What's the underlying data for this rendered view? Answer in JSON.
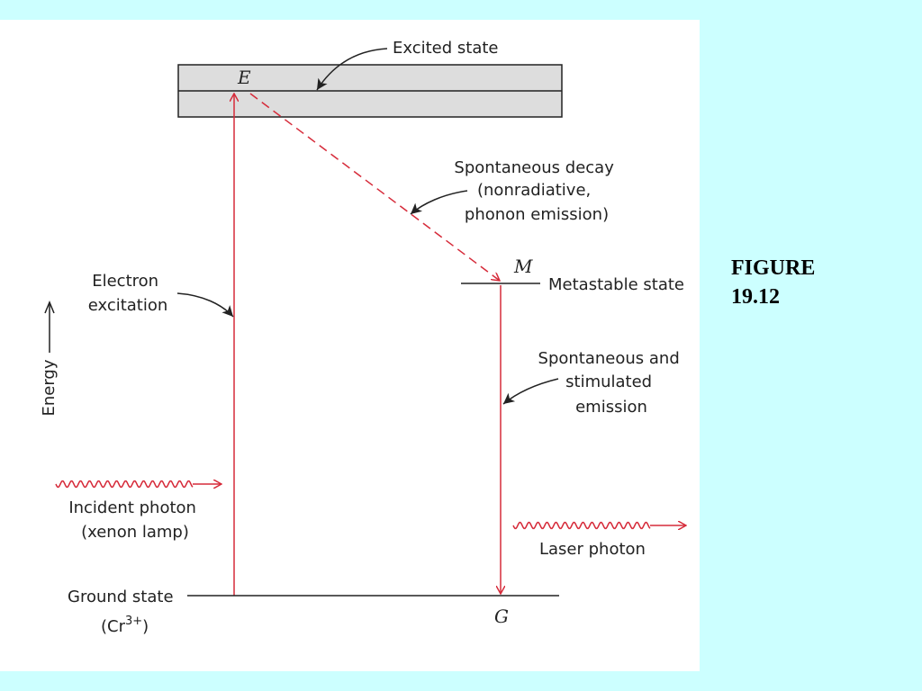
{
  "figure": {
    "caption_line1": "FIGURE",
    "caption_line2": "19.12"
  },
  "diagram": {
    "excited_band_label": "Excited state",
    "level_e": "E",
    "level_m": "M",
    "level_g": "G",
    "decay_lines": [
      "Spontaneous decay",
      "(nonradiative,",
      "phonon emission)"
    ],
    "metastable_label": "Metastable state",
    "excitation_lines": [
      "Electron",
      "excitation"
    ],
    "energy_axis_label": "Energy",
    "emission_lines": [
      "Spontaneous and",
      "stimulated",
      "emission"
    ],
    "incident_photon_lines": [
      "Incident photon",
      "(xenon lamp)"
    ],
    "laser_photon_label": "Laser photon",
    "ground_state_label": "Ground state",
    "ground_ion_base": "(Cr",
    "ground_ion_sup": "3+",
    "ground_ion_close": ")"
  },
  "colors": {
    "transition_red": "#d62b3a",
    "band_fill": "#dddddd",
    "panel_bg": "#ffffff",
    "page_bg": "#ccffff"
  }
}
